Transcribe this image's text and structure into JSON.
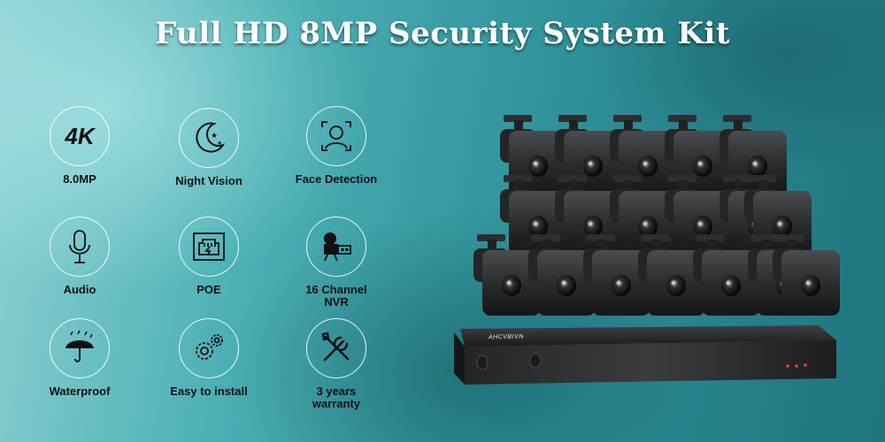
{
  "banner": {
    "title": "Full HD 8MP Security System Kit"
  },
  "features": [
    {
      "label": "8.0MP",
      "icon": "4k-icon",
      "badge": "4K"
    },
    {
      "label": "Night Vision",
      "icon": "moon-stars-icon"
    },
    {
      "label": "Face Detection",
      "icon": "face-detection-icon"
    },
    {
      "label": "Audio",
      "icon": "microphone-icon"
    },
    {
      "label": "POE",
      "icon": "ethernet-port-icon"
    },
    {
      "label": "16 Channel",
      "label2": "NVR",
      "icon": "video-recorder-icon"
    },
    {
      "label": "Waterproof",
      "icon": "umbrella-rain-icon"
    },
    {
      "label": "Easy to install",
      "icon": "gears-icon"
    },
    {
      "label": "3 years",
      "label2": "warranty",
      "icon": "tools-icon"
    }
  ],
  "products": {
    "nvr_brand": "AHCVBIVN"
  }
}
